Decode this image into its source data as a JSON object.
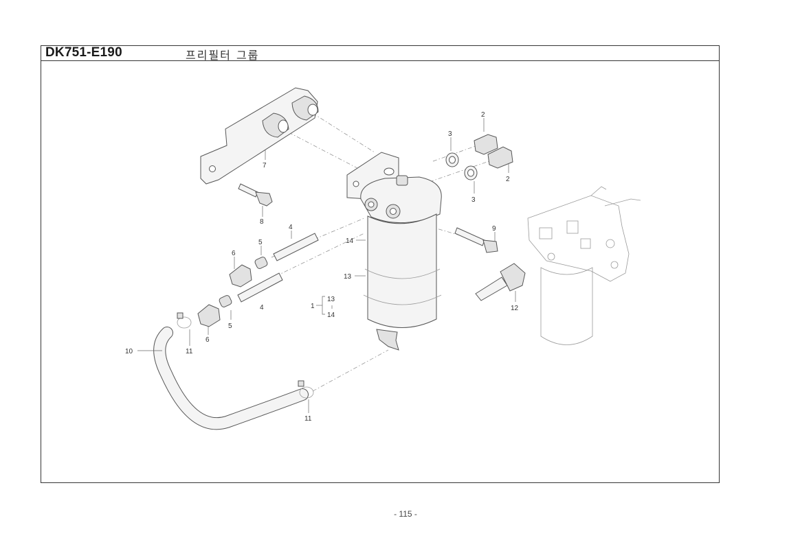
{
  "header": {
    "catalog_code": "DK751-E190",
    "group_title": "프리필터 그룹"
  },
  "callouts": {
    "c1": "1",
    "c2a": "2",
    "c2b": "2",
    "c3a": "3",
    "c3b": "3",
    "c4a": "4",
    "c4b": "4",
    "c5a": "5",
    "c5b": "5",
    "c6a": "6",
    "c6b": "6",
    "c7": "7",
    "c8": "8",
    "c9": "9",
    "c10": "10",
    "c11a": "11",
    "c11b": "11",
    "c12": "12",
    "c13a": "13",
    "c13b": "13",
    "c14a": "14",
    "c14b": "14"
  },
  "footer": {
    "page_number": "- 115 -"
  }
}
